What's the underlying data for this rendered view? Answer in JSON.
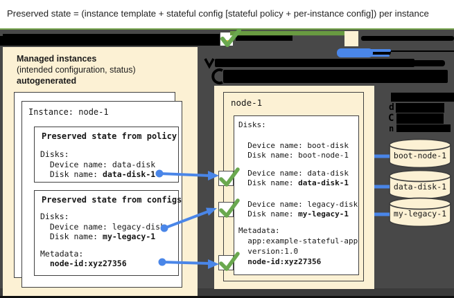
{
  "banner": {
    "text": "Preserved state = (instance template + stateful config [stateful policy + per-instance config]) per instance"
  },
  "colors": {
    "background_dark": "#484848",
    "panel_cream": "#fcf1d4",
    "accent_green": "#6aa84f",
    "accent_blue": "#4a86e8",
    "redaction_black": "#000000"
  },
  "left_panel": {
    "title": "Managed instances",
    "subtitle": "(intended configuration, status)",
    "subtitle2": "autogenerated",
    "card_title": "Instance: node-1",
    "policy_box": {
      "title": "Preserved state from policy",
      "disks_label": "Disks:",
      "device_line": "  Device name: data-disk",
      "disk_prefix": "  Disk name: ",
      "disk_value": "data-disk-1"
    },
    "configs_box": {
      "title": "Preserved state from configs",
      "disks_label": "Disks:",
      "device_line": "  Device name: legacy-disk",
      "disk_prefix": "  Disk name: ",
      "disk_value": "my-legacy-1",
      "metadata_label": "Metadata:",
      "metadata_value": "  node-id:xyz27356"
    }
  },
  "right_panel": {
    "title": "node-1",
    "disks_label": "Disks:",
    "entries": [
      {
        "device": "  Device name: boot-disk",
        "disk_prefix": "  Disk name: ",
        "disk_value": "boot-node-1"
      },
      {
        "device": "  Device name: data-disk",
        "disk_prefix": "  Disk name: ",
        "disk_value": "data-disk-1"
      },
      {
        "device": "  Device name: legacy-disk",
        "disk_prefix": "  Disk name: ",
        "disk_value": "my-legacy-1"
      }
    ],
    "metadata_label": "Metadata:",
    "metadata_line1": "  app:example-stateful-app",
    "metadata_line2": "  version:1.0",
    "metadata_bold": "  node-id:xyz27356"
  },
  "cylinders": [
    {
      "label": "boot-node-1"
    },
    {
      "label": "data-disk-1"
    },
    {
      "label": "my-legacy-1"
    }
  ],
  "redaction_fragments": {
    "f1": "d",
    "f2": "C",
    "f3": "n"
  }
}
